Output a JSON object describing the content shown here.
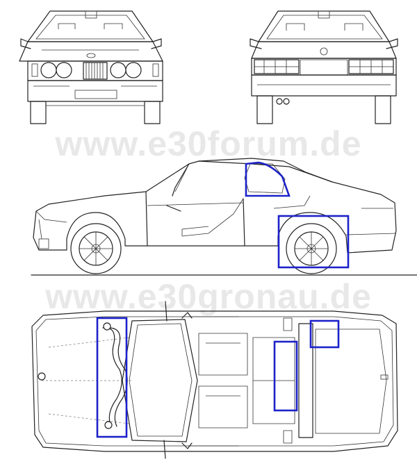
{
  "watermarks": {
    "top": "www.e30forum.de",
    "bottom": "www.e30gronau.de"
  },
  "colors": {
    "highlight": "#1c22c9",
    "line": "#222222",
    "watermark": "#e8e8e8"
  },
  "views": [
    "front-view",
    "rear-view",
    "side-view",
    "top-view"
  ],
  "highlights": [
    "rear-quarter-window",
    "rear-wheel-arch",
    "front-strut-brace",
    "rear-seat-center",
    "rear-deck-corner"
  ]
}
